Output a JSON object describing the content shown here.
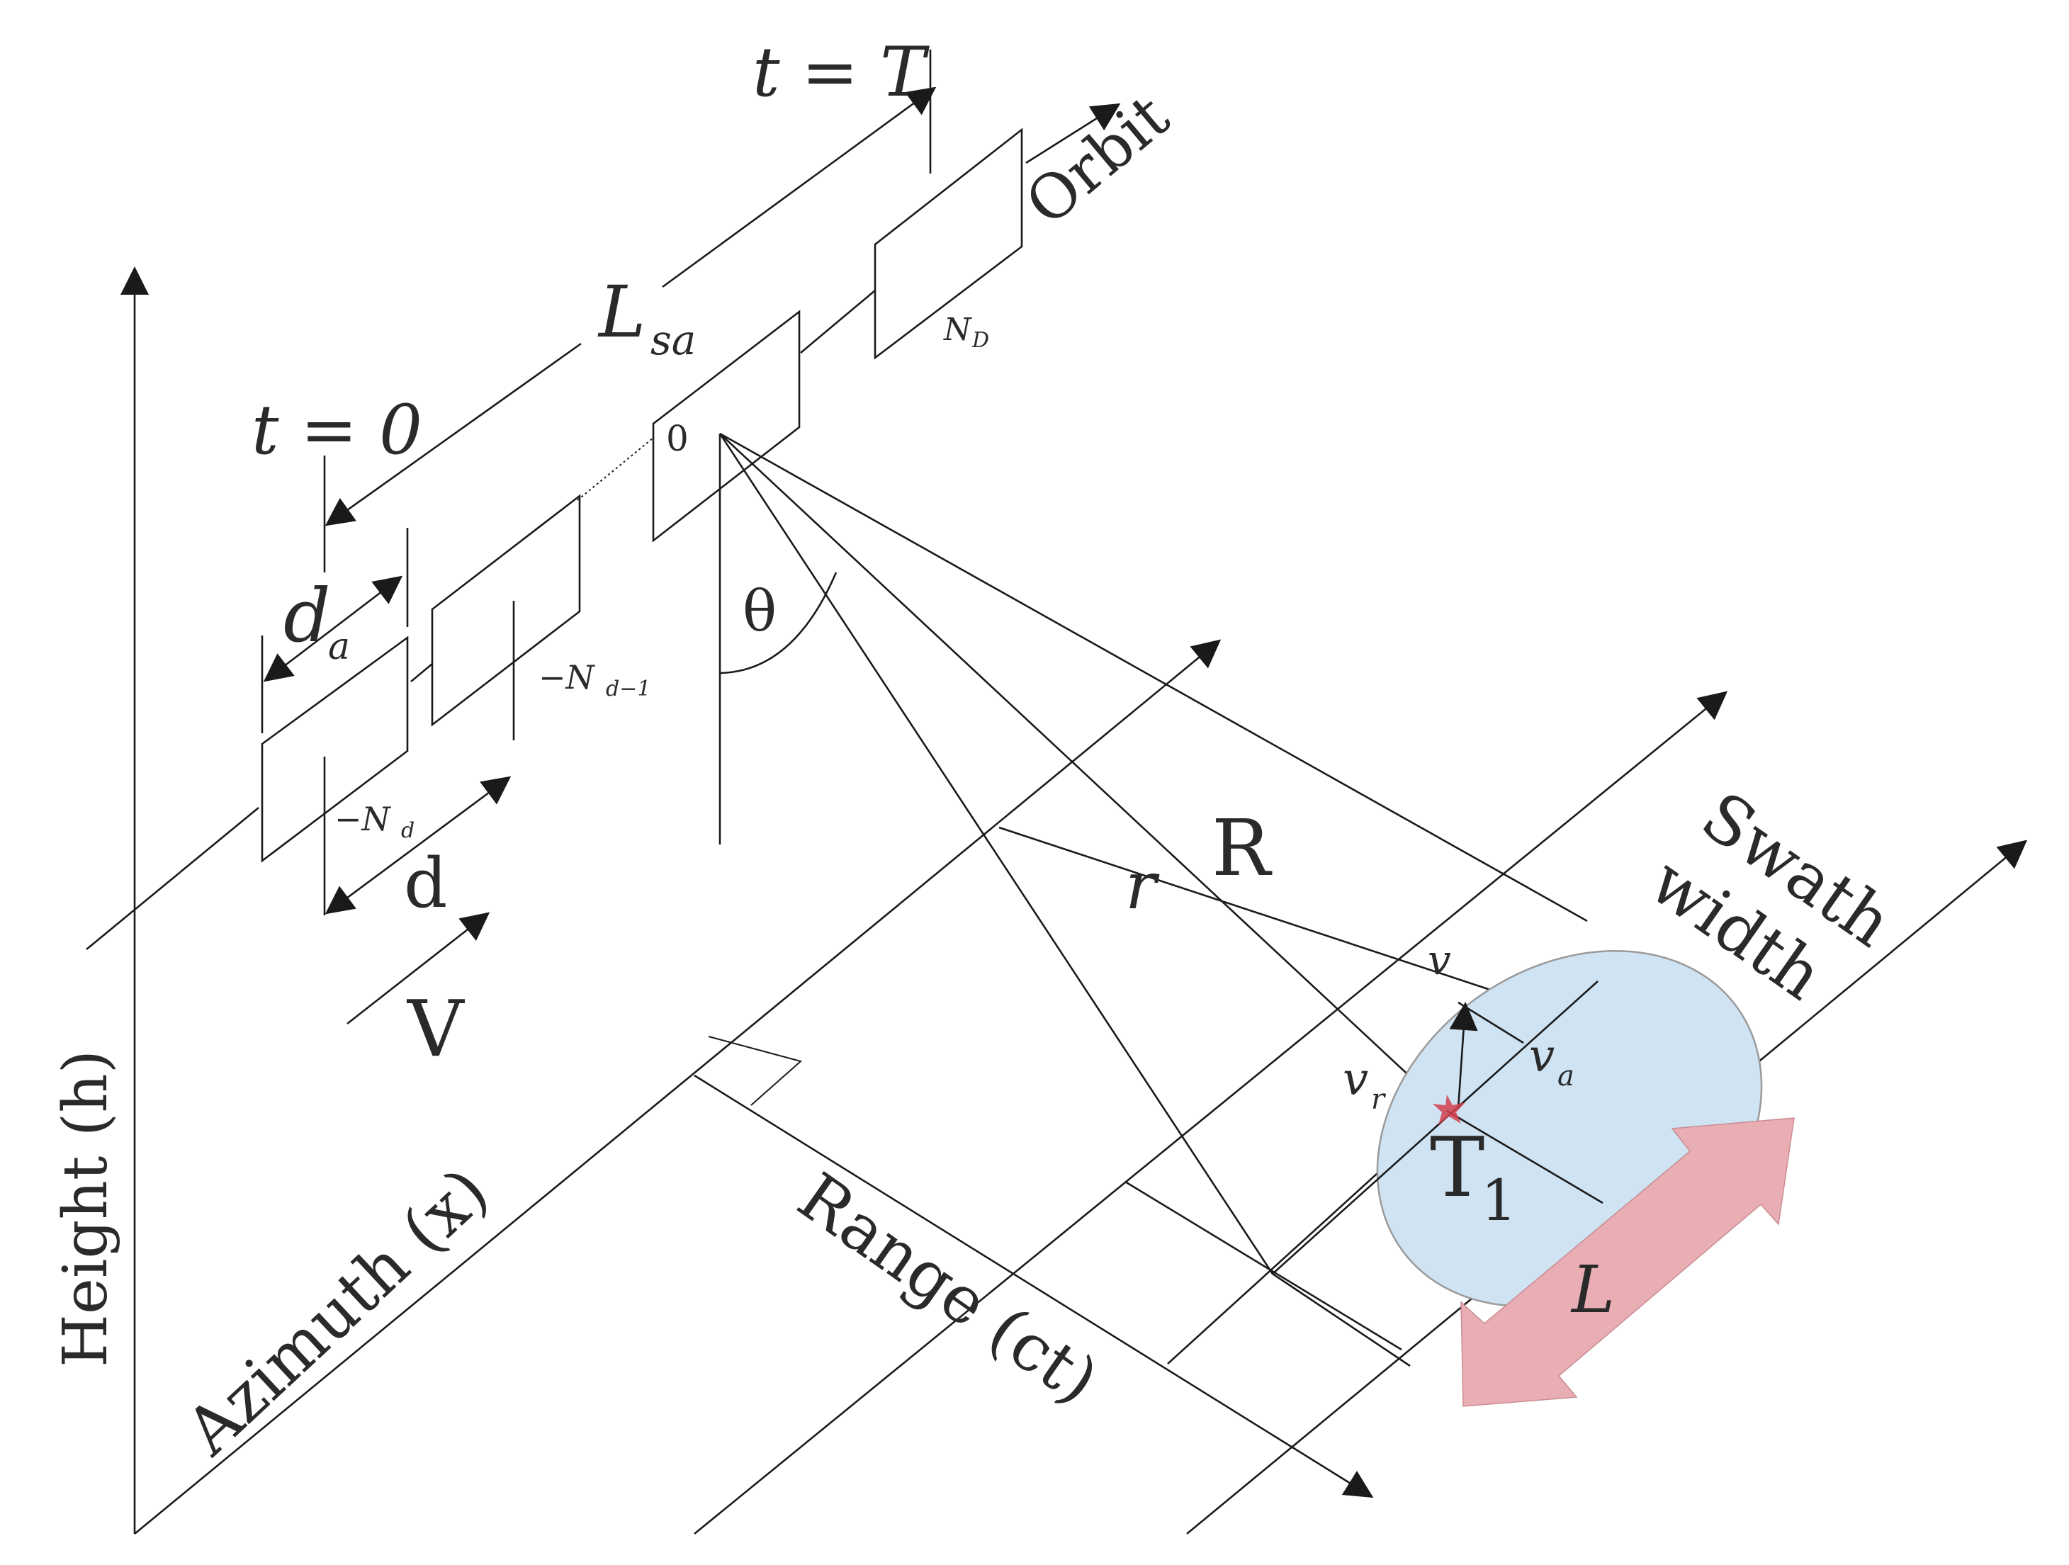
{
  "diagram": {
    "labels": {
      "t_end": "t = T",
      "t_start": "t = 0",
      "orbit": "Orbit",
      "l_sa_main": "L",
      "l_sa_sub": "sa",
      "n_d_upper_main": "N",
      "n_d_upper_sub": "D",
      "origin": "0",
      "d_a_main": "d",
      "d_a_sub": "a",
      "neg_n_d1_main": "−N",
      "neg_n_d1_sub": "d−1",
      "neg_n_d_main": "−N",
      "neg_n_d_sub": "d",
      "d": "d",
      "V": "V",
      "theta": "θ",
      "r": "r",
      "R": "R",
      "swath_line1": "Swath",
      "swath_line2": "width",
      "v": "v",
      "v_r_main": "v",
      "v_r_sub": "r",
      "v_a_main": "v",
      "v_a_sub": "a",
      "T1_main": "T",
      "T1_sub": "1",
      "L": "L",
      "height_axis": "Height (h)",
      "azimuth_axis": "Azimuth (x)",
      "range_axis": "Range (ct)"
    },
    "colors": {
      "footprint_fill": "#cfe3f3",
      "footprint_stroke": "#9a9a9a",
      "length_arrow_fill": "#e9aeb3",
      "target_marker": "#d2404e"
    }
  }
}
